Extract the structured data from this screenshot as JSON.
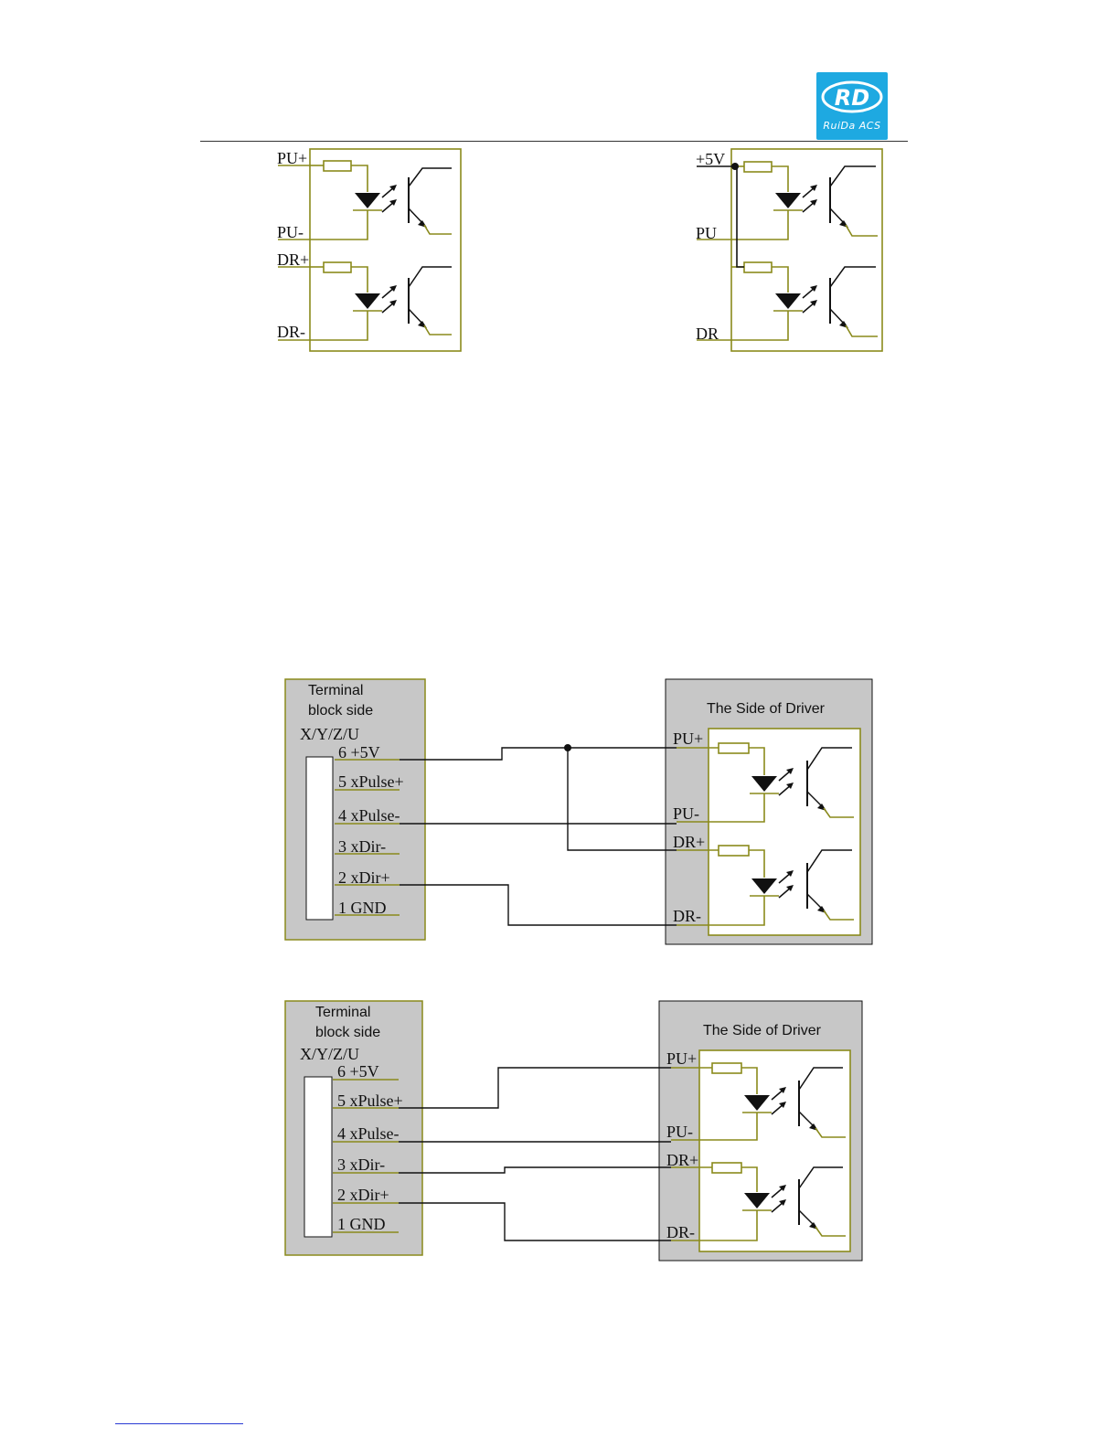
{
  "logo": {
    "mark": "RD",
    "sub": "RuiDa ACS"
  },
  "schematics": {
    "left": {
      "labels": [
        "PU+",
        "PU-",
        "DR+",
        "DR-"
      ]
    },
    "right": {
      "labels": [
        "+5V",
        "PU",
        "DR"
      ]
    }
  },
  "wiring": [
    {
      "terminal_title_1": "Terminal",
      "terminal_title_2": "block side",
      "axes": "X/Y/Z/U",
      "pins": [
        "6 +5V",
        "5 xPulse+",
        "4 xPulse-",
        "3 xDir-",
        "2 xDir+",
        "1 GND"
      ],
      "driver_title": "The Side of Driver",
      "driver_pins": [
        "PU+",
        "PU-",
        "DR+",
        "DR-"
      ]
    },
    {
      "terminal_title_1": "Terminal",
      "terminal_title_2": "block side",
      "axes": "X/Y/Z/U",
      "pins": [
        "6 +5V",
        "5 xPulse+",
        "4 xPulse-",
        "3 xDir-",
        "2 xDir+",
        "1 GND"
      ],
      "driver_title": "The Side of Driver",
      "driver_pins": [
        "PU+",
        "PU-",
        "DR+",
        "DR-"
      ]
    }
  ]
}
